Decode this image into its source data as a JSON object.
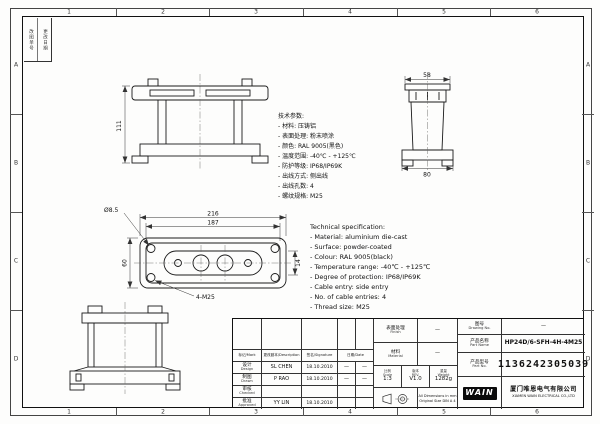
{
  "frame": {
    "cols": [
      "1",
      "2",
      "3",
      "4",
      "5",
      "6"
    ],
    "rows": [
      "A",
      "B",
      "C",
      "D"
    ],
    "corner_box": {
      "col1": "改图单号",
      "col2": "更改日期"
    }
  },
  "dims": {
    "front_height": "111",
    "side_top_width": "58",
    "side_bottom_width": "80",
    "top_outer_width": "216",
    "top_inner_width": "187",
    "top_height": "60",
    "hole_dia": "Ø8.5",
    "thread_callout": "4-M25",
    "cavity_height": "14"
  },
  "specs_cn": {
    "title": "技术参数:",
    "items": [
      "- 材料: 压铸铝",
      "- 表面处理: 粉末喷涂",
      "- 颜色: RAL 9005(黑色)",
      "- 温度范围: -40℃ - +125℃",
      "- 防护等级: IP68/IP69K",
      "- 出线方式: 侧出线",
      "- 出线孔数: 4",
      "- 螺纹规格: M25"
    ]
  },
  "specs_en": {
    "title": "Technical specification:",
    "items": [
      "- Material: aluminium die-cast",
      "- Surface: powder-coated",
      "- Colour: RAL 9005(black)",
      "- Temperature range: -40℃ - +125℃",
      "- Degree of protection: IP68/IP69K",
      "- Cable entry: side entry",
      "- No. of cable entries: 4",
      "- Thread size: M25"
    ]
  },
  "title_block": {
    "rev_header": {
      "mark": "标记/Mark",
      "description": "更改副本/Description",
      "signature": "签名/Signature",
      "date": "日期/Date"
    },
    "sign_rows": [
      {
        "cn": "设计",
        "en": "Design",
        "name": "SL CHEN",
        "date": "18.10.2010",
        "e1": "—",
        "e2": "—"
      },
      {
        "cn": "制图",
        "en": "Drawn",
        "name": "P RAO",
        "date": "18.10.2010",
        "e1": "—",
        "e2": "—"
      },
      {
        "cn": "审核",
        "en": "Checked",
        "name": "",
        "date": "",
        "e1": "",
        "e2": ""
      },
      {
        "cn": "批准",
        "en": "Approved",
        "name": "YY LIN",
        "date": "18.10.2010",
        "e1": "",
        "e2": ""
      }
    ],
    "finish": {
      "cn": "表面处理",
      "en": "Finish",
      "value": "—"
    },
    "material": {
      "cn": "材料",
      "en": "Material",
      "value": "—"
    },
    "scale": {
      "cn": "比例",
      "en": "Scale",
      "value": "1:3"
    },
    "rev": {
      "cn": "版本",
      "en": "REV.",
      "value": "V1.0"
    },
    "weight": {
      "cn": "重量",
      "en": "Weight",
      "value": "1282g"
    },
    "note_line1": "All Dimensions in mm",
    "note_line2": "Original Size DIN A 4",
    "drawing_no": {
      "cn": "图号",
      "en": "Drawing No.",
      "value": "—"
    },
    "part_name": {
      "cn": "产品名称",
      "en": "Part Name",
      "value": "HP24D/6-SFH-4H-4M25"
    },
    "part_no": {
      "cn": "产品型号",
      "en": "Part No.",
      "value": "1136242305039"
    },
    "company": {
      "logo": "WAIN",
      "cn": "厦门唯恩电气有限公司",
      "en": "XIAMEN WAIN ELECTRICAL CO.,LTD"
    }
  }
}
